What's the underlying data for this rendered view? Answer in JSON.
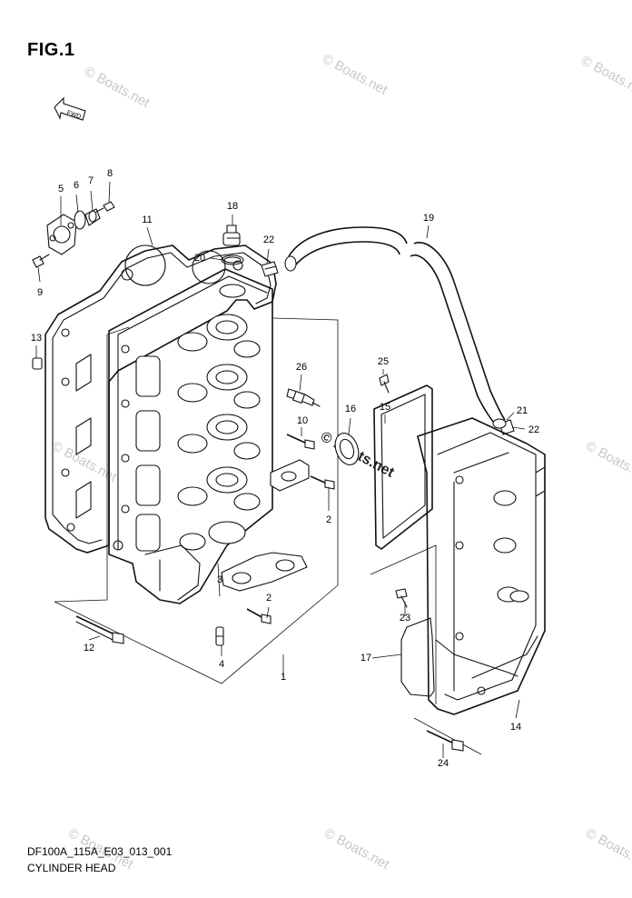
{
  "figure": {
    "title": "FIG.1",
    "code": "DF100A_115A_E03_013_001",
    "name": "CYLINDER HEAD",
    "fwd_label": "FWD"
  },
  "watermark": {
    "text": "© Boats.net"
  },
  "callouts": [
    {
      "id": "c5",
      "label": "5"
    },
    {
      "id": "c6",
      "label": "6"
    },
    {
      "id": "c7",
      "label": "7"
    },
    {
      "id": "c8",
      "label": "8"
    },
    {
      "id": "c9",
      "label": "9"
    },
    {
      "id": "c11",
      "label": "11"
    },
    {
      "id": "c18",
      "label": "18"
    },
    {
      "id": "c20",
      "label": "20"
    },
    {
      "id": "c22a",
      "label": "22"
    },
    {
      "id": "c19",
      "label": "19"
    },
    {
      "id": "c13",
      "label": "13"
    },
    {
      "id": "c25",
      "label": "25"
    },
    {
      "id": "c26",
      "label": "26"
    },
    {
      "id": "c16",
      "label": "16"
    },
    {
      "id": "c15",
      "label": "15"
    },
    {
      "id": "c21",
      "label": "21"
    },
    {
      "id": "c22b",
      "label": "22"
    },
    {
      "id": "c10",
      "label": "10"
    },
    {
      "id": "c2a",
      "label": "2"
    },
    {
      "id": "c3",
      "label": "3"
    },
    {
      "id": "c2b",
      "label": "2"
    },
    {
      "id": "c12",
      "label": "12"
    },
    {
      "id": "c4",
      "label": "4"
    },
    {
      "id": "c1",
      "label": "1"
    },
    {
      "id": "c23",
      "label": "23"
    },
    {
      "id": "c17",
      "label": "17"
    },
    {
      "id": "c14",
      "label": "14"
    },
    {
      "id": "c24",
      "label": "24"
    }
  ]
}
